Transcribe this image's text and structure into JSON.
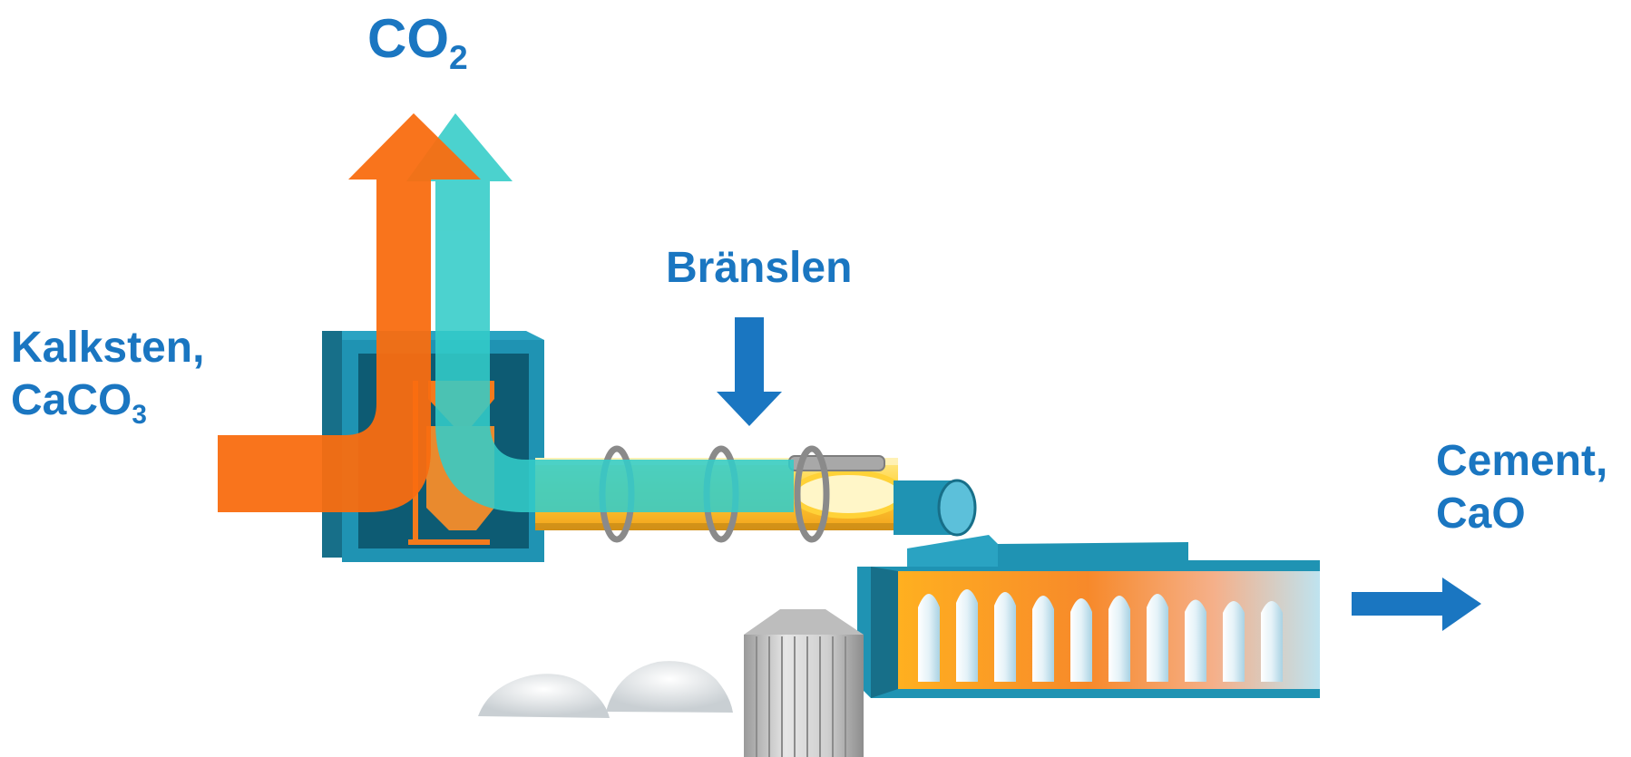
{
  "labels": {
    "co2": {
      "main": "CO",
      "sub": "2"
    },
    "fuel": "Bränslen",
    "limestone": {
      "line1": "Kalksten,",
      "line2_main": "CaCO",
      "line2_sub": "3"
    },
    "cement": {
      "line1": "Cement,",
      "line2": "CaO"
    }
  },
  "colors": {
    "label_blue": "#1a76c1",
    "arrow_orange": "#f96d10",
    "arrow_teal": "#33ccc8",
    "arrow_blue": "#1a76c1",
    "housing_teal": "#1f93b3",
    "housing_dark": "#176f89",
    "flame_yellow": "#ffd238",
    "flame_orange": "#f28c1c",
    "material_white": "#eef1f3"
  },
  "icons": {
    "co2_arrow": "arrow-up-icon",
    "fuel_arrow": "arrow-down-icon",
    "output_arrow": "arrow-right-icon"
  }
}
